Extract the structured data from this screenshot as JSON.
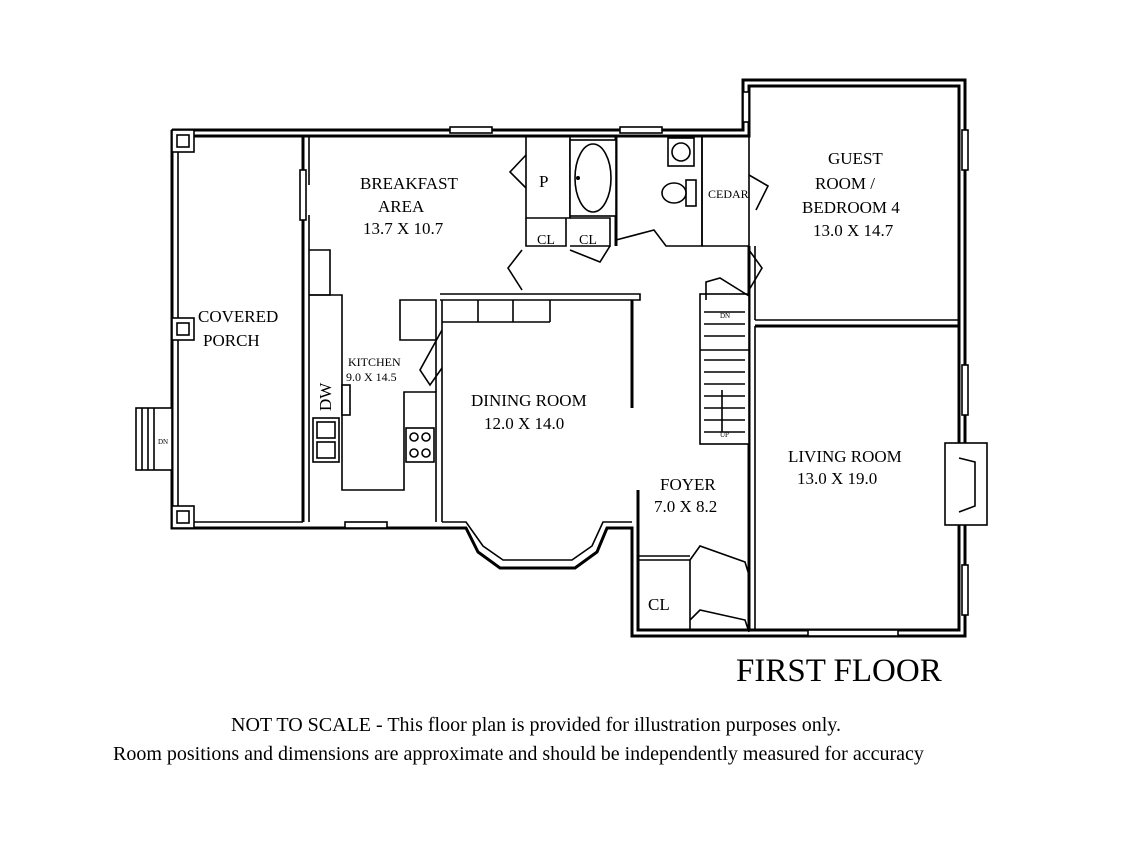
{
  "title": "FIRST FLOOR",
  "disclaimer": {
    "line1": "NOT TO SCALE - This floor plan is provided for illustration purposes only.",
    "line2": "Room positions and dimensions are approximate and should be independently measured for accuracy"
  },
  "rooms": {
    "covered_porch": {
      "line1": "COVERED",
      "line2": "PORCH"
    },
    "breakfast_area": {
      "line1": "BREAKFAST",
      "line2": "AREA",
      "dims": "13.7 X 10.7"
    },
    "kitchen": {
      "name": "KITCHEN",
      "dims": "9.0 X 14.5"
    },
    "dining_room": {
      "name": "DINING ROOM",
      "dims": "12.0 X 14.0"
    },
    "foyer": {
      "name": "FOYER",
      "dims": "7.0 X 8.2"
    },
    "living_room": {
      "name": "LIVING ROOM",
      "dims": "13.0 X 19.0"
    },
    "guest_room": {
      "line1": "GUEST",
      "line2": "ROOM /",
      "line3": "BEDROOM 4",
      "dims": "13.0 X 14.7"
    },
    "cedar": {
      "name": "CEDAR"
    },
    "pantry": {
      "name": "P"
    },
    "closets": {
      "cl1": "CL",
      "cl2": "CL",
      "foyer_cl": "CL"
    }
  },
  "fixtures": {
    "dishwasher": "DW",
    "porch_stairs": "DN",
    "stair_down": "DN",
    "stair_up": "UP"
  }
}
